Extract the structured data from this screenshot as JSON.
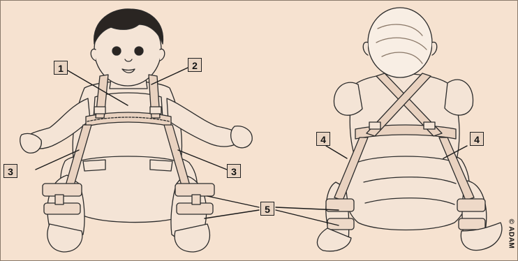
{
  "callouts": {
    "c1": "1",
    "c2": "2",
    "c3_left": "3",
    "c3_right": "3",
    "c4_left": "4",
    "c4_right": "4",
    "c5": "5"
  },
  "copyright": "© ADAM",
  "colors": {
    "background": "#f6e2d0",
    "skin": "#f3dfce",
    "line": "#2b2b2b",
    "label_box": "#e9d4c2"
  }
}
